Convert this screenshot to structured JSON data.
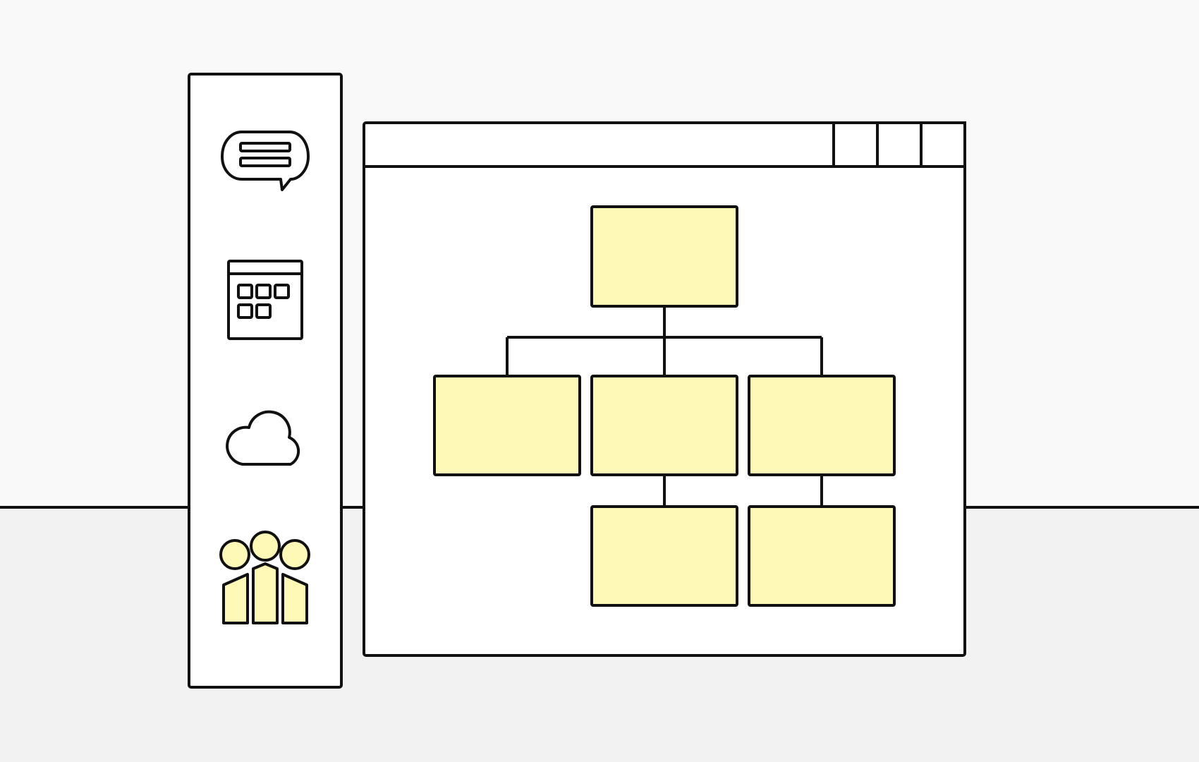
{
  "illustration": {
    "sidebar": {
      "items": [
        {
          "icon": "chat-bubble-icon"
        },
        {
          "icon": "calendar-icon"
        },
        {
          "icon": "cloud-icon"
        },
        {
          "icon": "people-group-icon"
        }
      ]
    },
    "window": {
      "titlebar_controls": [
        "minimize",
        "maximize",
        "close"
      ],
      "content": {
        "type": "org-chart",
        "nodes": [
          {
            "id": "root",
            "parent": null
          },
          {
            "id": "left",
            "parent": "root"
          },
          {
            "id": "center",
            "parent": "root"
          },
          {
            "id": "right",
            "parent": "root"
          },
          {
            "id": "center-child",
            "parent": "center"
          },
          {
            "id": "right-child",
            "parent": "right"
          }
        ]
      }
    }
  },
  "colors": {
    "background": "#f9f9f9",
    "floor": "#f2f2f2",
    "stroke": "#111111",
    "panel": "#ffffff",
    "accent": "#fff9b8"
  }
}
